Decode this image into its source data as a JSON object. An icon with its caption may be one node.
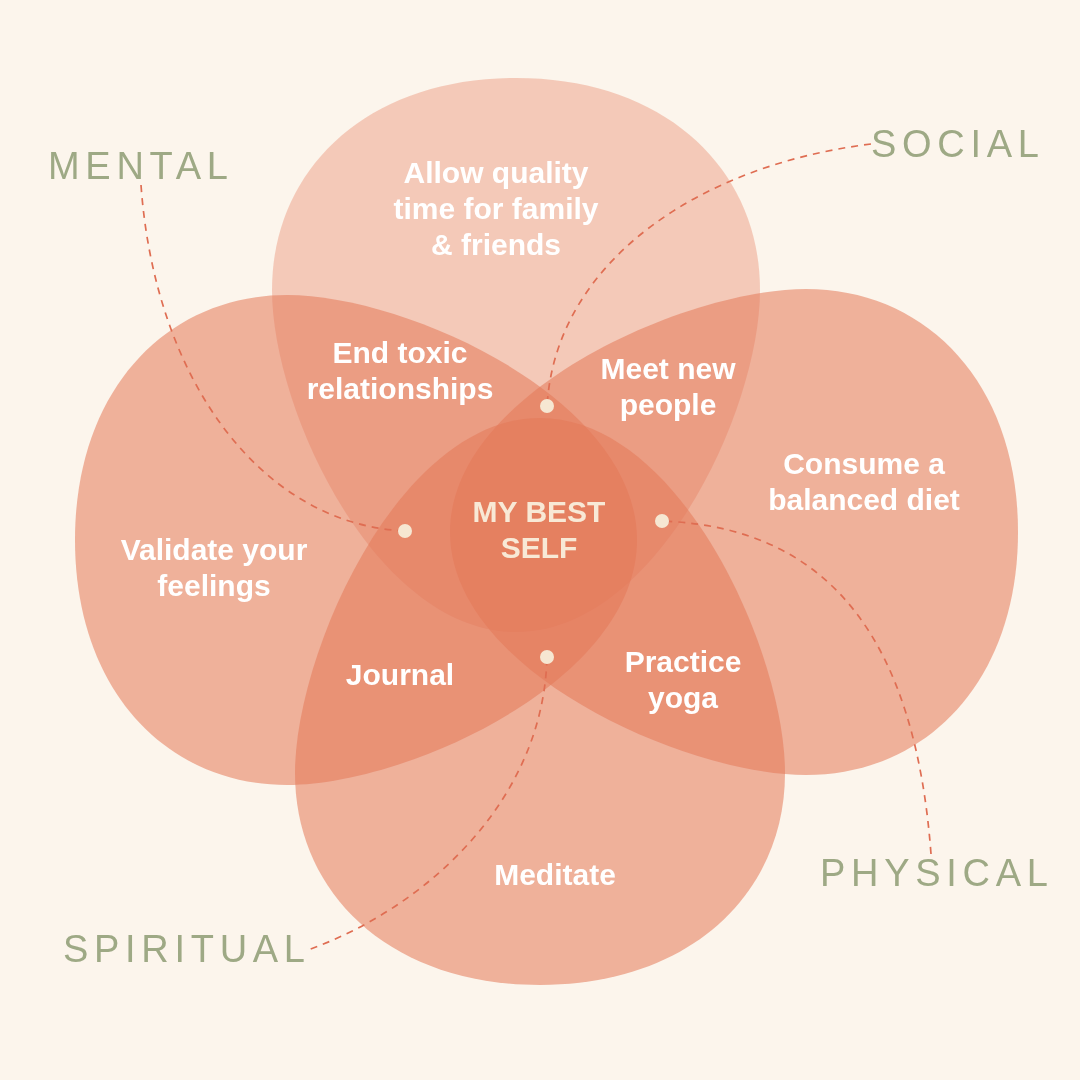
{
  "diagram": {
    "nodes": [
      {
        "text": [
          "Allow quality time for family & friends"
        ]
      },
      {
        "text": [
          "Validate your feelings"
        ]
      },
      {
        "text": [
          "Consume a balanced diet"
        ]
      },
      {
        "text": [
          "Meditate"
        ]
      },
      {
        "text": [
          "MENTAL"
        ]
      },
      {
        "text": [
          "SOCIAL"
        ]
      },
      {
        "text": [
          "PHYSICAL"
        ]
      },
      {
        "text": [
          "SPIRITUAL"
        ]
      },
      {
        "text": [],
        "shape": "circle"
      },
      {
        "text": [],
        "shape": "circle"
      },
      {
        "text": [],
        "shape": "circle"
      },
      {
        "text": [],
        "shape": "circle"
      }
    ],
    "edges": [
      {
        "from": 4,
        "to": 9,
        "arrow": "none",
        "style": "dashed"
      },
      {
        "from": 5,
        "to": 8,
        "arrow": "none",
        "style": "dashed"
      },
      {
        "from": 6,
        "to": 10,
        "arrow": "none",
        "style": "dashed"
      },
      {
        "from": 7,
        "to": 11,
        "arrow": "none",
        "style": "dashed"
      }
    ],
    "labels": [
      "End toxic relationships",
      "Meet new people",
      "MY BEST SELF",
      "Journal",
      "Practice yoga"
    ]
  }
}
